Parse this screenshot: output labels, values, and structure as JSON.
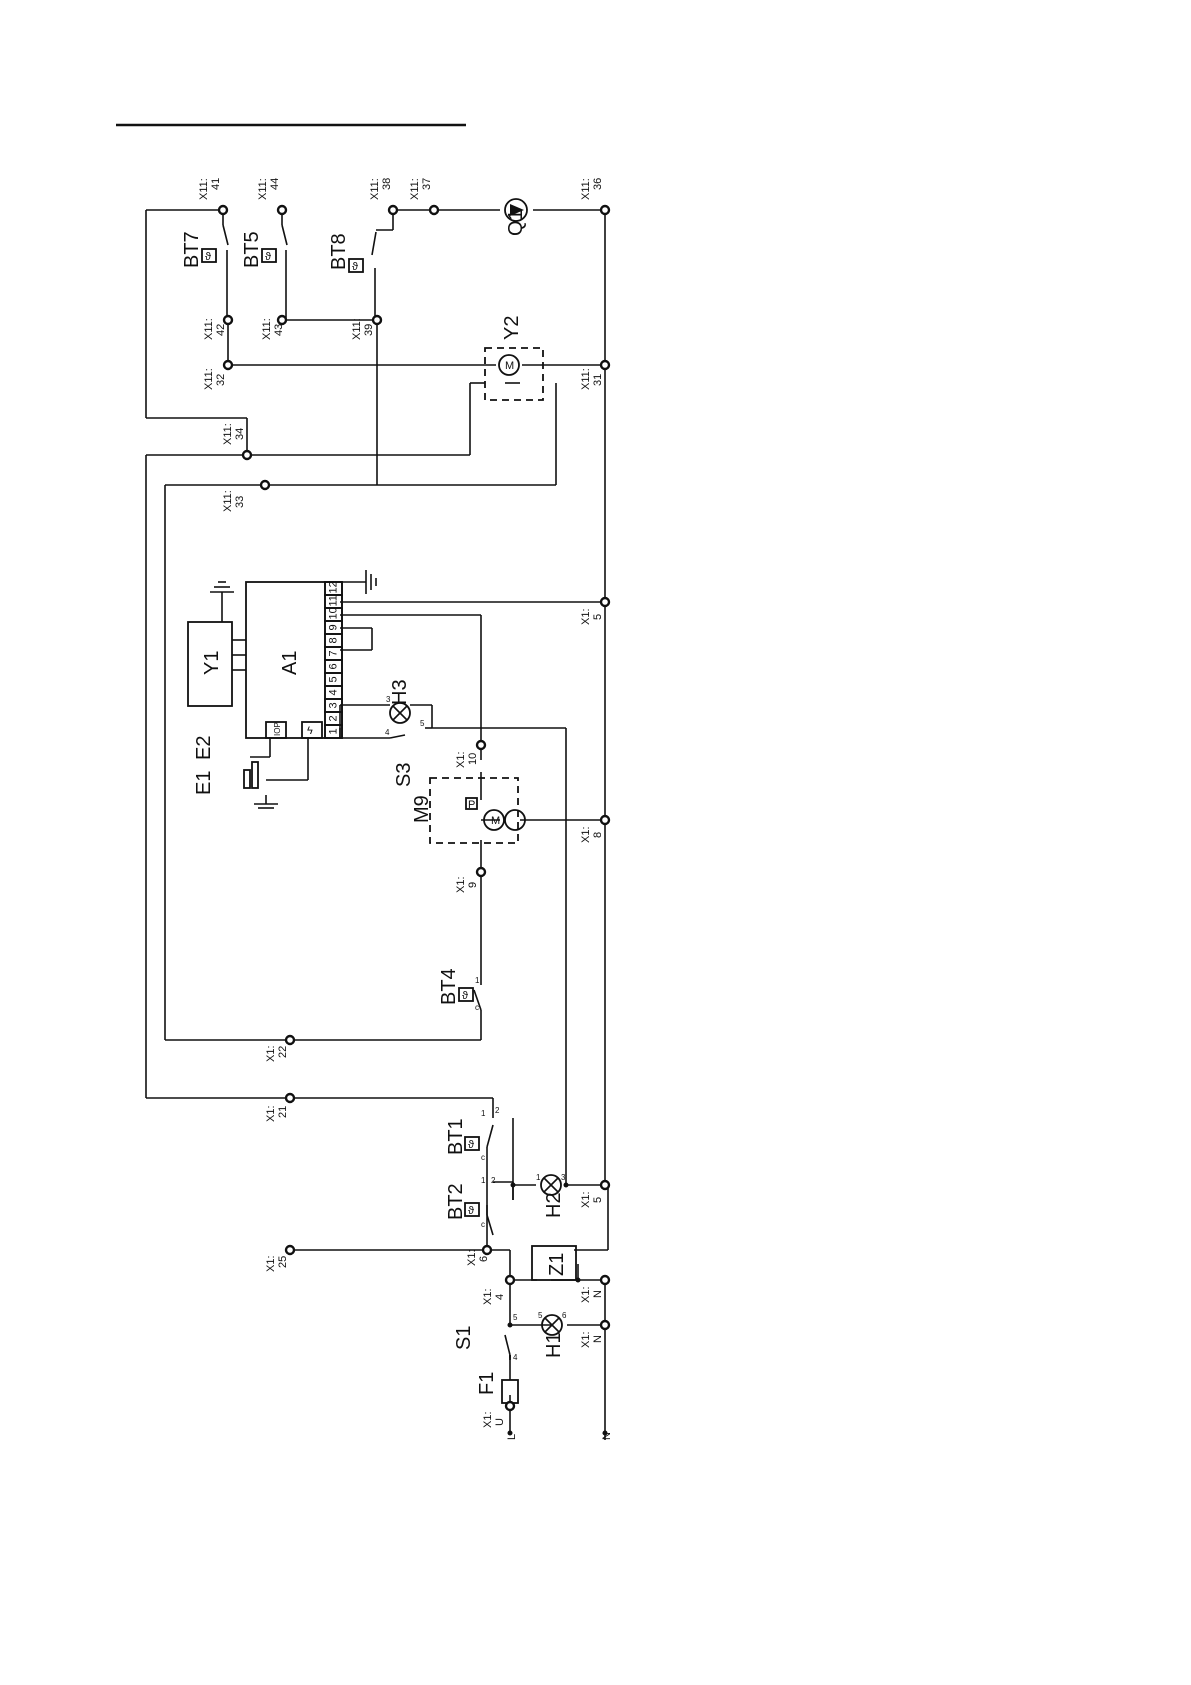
{
  "components": {
    "F1": "F1",
    "S1": "S1",
    "H1": "H1",
    "H2": "H2",
    "H3": "H3",
    "Z1": "Z1",
    "BT1": "BT1",
    "BT2": "BT2",
    "BT4": "BT4",
    "BT5": "BT5",
    "BT7": "BT7",
    "BT8": "BT8",
    "M9": "M9",
    "S3": "S3",
    "E1": "E1",
    "E2": "E2",
    "A1": "A1",
    "Y1": "Y1",
    "Y2": "Y2",
    "Q1": "Q1"
  },
  "symbols": {
    "theta": "ϑ",
    "motor": "M",
    "pressure": "P",
    "ionization": "IOP",
    "spark": "ϟ"
  },
  "supply": {
    "line": "L",
    "neutral": "N"
  },
  "connector_prefixes": {
    "x1": "X1:",
    "x11": "X11:"
  },
  "terminals": {
    "x1_u": "U",
    "x1_4": "4",
    "x1_6": "6",
    "x1_25": "25",
    "x1_5a": "5",
    "x1_5b": "5",
    "x1_21": "21",
    "x1_22": "22",
    "x1_9": "9",
    "x1_8": "8",
    "x1_10": "10",
    "x1_na": "N",
    "x1_nb": "N",
    "x11_41": "41",
    "x11_44": "44",
    "x11_38": "38",
    "x11_37": "37",
    "x11_36": "36",
    "x11_42": "42",
    "x11_43": "43",
    "x11_39": "39",
    "x11_32": "32",
    "x11_31": "31",
    "x11_34": "34",
    "x11_33": "33"
  },
  "a1_pins": [
    "1",
    "2",
    "3",
    "4",
    "5",
    "6",
    "7",
    "8",
    "9",
    "10",
    "11",
    "12"
  ],
  "contacts": {
    "c": "c",
    "one": "1",
    "two": "2",
    "three": "3",
    "four": "4",
    "five": "5",
    "six": "6"
  }
}
